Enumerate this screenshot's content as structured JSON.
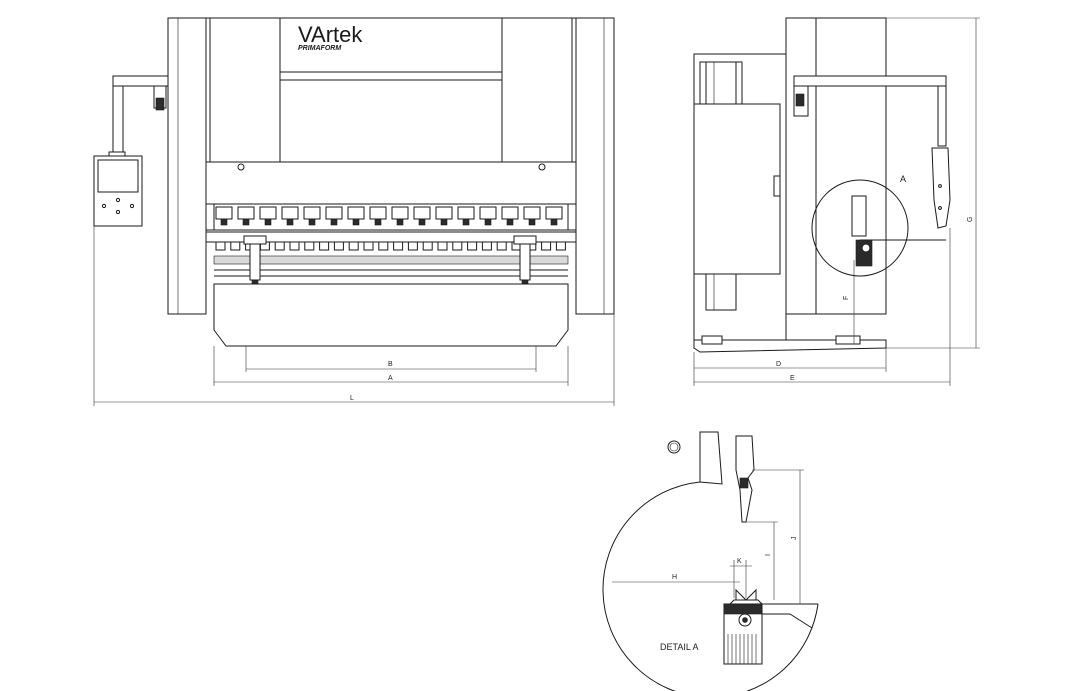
{
  "logo": {
    "brand": "VArtek",
    "subtitle": "PRIMAFORM"
  },
  "dimensions": {
    "A": "A",
    "B": "B",
    "L": "L",
    "D": "D",
    "E": "E",
    "F": "F",
    "G": "G",
    "H": "H",
    "I": "I",
    "J": "J",
    "K": "K"
  },
  "detail": {
    "marker": "A",
    "label": "DETAIL A"
  }
}
